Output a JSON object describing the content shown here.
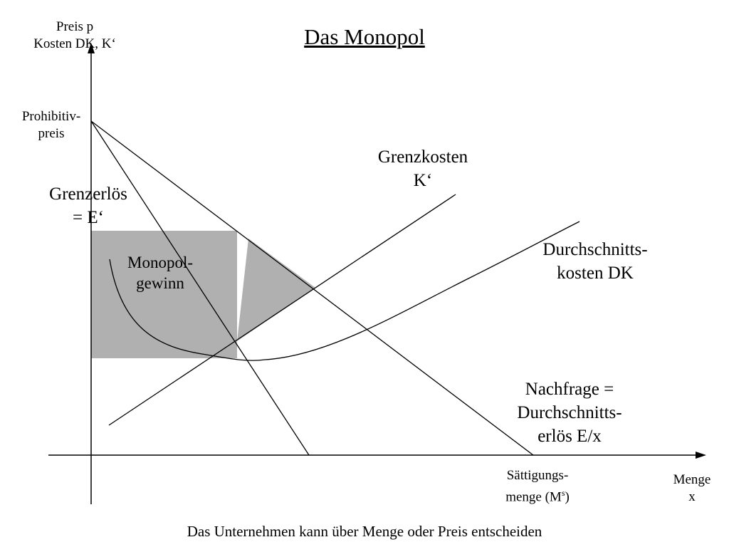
{
  "title": "Das Monopol",
  "axes": {
    "y_label_line1": "Preis p",
    "y_label_line2": "Kosten DK, K‘",
    "x_label_line1": "Menge",
    "x_label_line2": "x"
  },
  "annotations": {
    "prohibitive_price_line1": "Prohibitiv-",
    "prohibitive_price_line2": "preis",
    "saturation_line1": "Sättigungs-",
    "saturation_line2_prefix": "menge (M",
    "saturation_superscript": "s",
    "saturation_line2_suffix": ")"
  },
  "curves": {
    "marginal_revenue_line1": "Grenzerlös",
    "marginal_revenue_line2": "= E‘",
    "marginal_cost_line1": "Grenzkosten",
    "marginal_cost_line2": "K‘",
    "average_cost_line1": "Durchschnitts-",
    "average_cost_line2": "kosten DK",
    "demand_line1": "Nachfrage =",
    "demand_line2": "Durchschnitts-",
    "demand_line3": "erlös E/x"
  },
  "regions": {
    "profit_line1": "Monopol-",
    "profit_line2": "gewinn"
  },
  "footer": "Das Unternehmen kann über Menge oder Preis entscheiden",
  "colors": {
    "fill_gray": "#b0b0b0",
    "line": "#000000",
    "background": "#ffffff"
  }
}
